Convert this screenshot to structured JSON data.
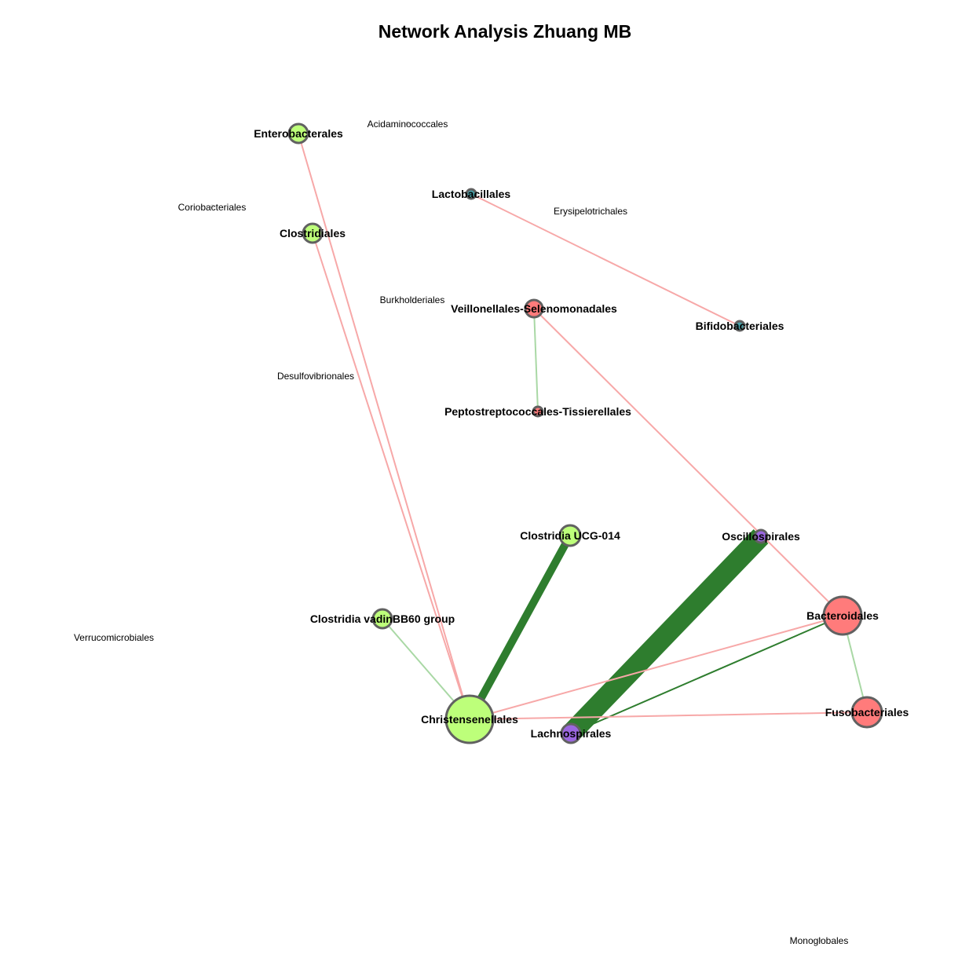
{
  "title": "Network Analysis Zhuang MB",
  "colors": {
    "positive_strong": "#2e7d2e",
    "positive_weak": "#a9d8a5",
    "negative": "#f7a8a8",
    "node_border": "#616161",
    "group_green": "#bdff7a",
    "group_red": "#ff7b7b",
    "group_purple": "#9b67e0",
    "group_teal": "#4aa0a8"
  },
  "nodes": [
    {
      "id": "enterobacterales",
      "label": "Enterobacterales",
      "size": 12,
      "color": "group_green",
      "bold": true
    },
    {
      "id": "acidaminococcales",
      "label": "Acidaminococcales",
      "size": 2,
      "color": "none",
      "bold": false
    },
    {
      "id": "lactobacillales",
      "label": "Lactobacillales",
      "size": 6,
      "color": "group_teal",
      "bold": true
    },
    {
      "id": "coriobacteriales",
      "label": "Coriobacteriales",
      "size": 2,
      "color": "none",
      "bold": false
    },
    {
      "id": "erysipelotrichales",
      "label": "Erysipelotrichales",
      "size": 2,
      "color": "none",
      "bold": false
    },
    {
      "id": "clostridiales",
      "label": "Clostridiales",
      "size": 12,
      "color": "group_green",
      "bold": true
    },
    {
      "id": "burkholderiales",
      "label": "Burkholderiales",
      "size": 2,
      "color": "none",
      "bold": false
    },
    {
      "id": "veillonellales",
      "label": "Veillonellales-Selenomonadales",
      "size": 11,
      "color": "group_red",
      "bold": true
    },
    {
      "id": "bifidobacteriales",
      "label": "Bifidobacteriales",
      "size": 6,
      "color": "group_teal",
      "bold": true
    },
    {
      "id": "desulfovibrionales",
      "label": "Desulfovibrionales",
      "size": 2,
      "color": "none",
      "bold": false
    },
    {
      "id": "peptostreptococcales",
      "label": "Peptostreptococcales-Tissierellales",
      "size": 6,
      "color": "group_red",
      "bold": true
    },
    {
      "id": "clostridia_ucg014",
      "label": "Clostridia UCG-014",
      "size": 13,
      "color": "group_green",
      "bold": true
    },
    {
      "id": "oscillospirales",
      "label": "Oscillospirales",
      "size": 8,
      "color": "group_purple",
      "bold": true
    },
    {
      "id": "clostridia_vadin",
      "label": "Clostridia vadinBB60 group",
      "size": 12,
      "color": "group_green",
      "bold": true
    },
    {
      "id": "bacteroidales",
      "label": "Bacteroidales",
      "size": 24,
      "color": "group_red",
      "bold": true
    },
    {
      "id": "verrucomicrobiales",
      "label": "Verrucomicrobiales",
      "size": 2,
      "color": "none",
      "bold": false
    },
    {
      "id": "christensenellales",
      "label": "Christensenellales",
      "size": 30,
      "color": "group_green",
      "bold": true
    },
    {
      "id": "fusobacteriales",
      "label": "Fusobacteriales",
      "size": 19,
      "color": "group_red",
      "bold": true
    },
    {
      "id": "lachnospirales",
      "label": "Lachnospirales",
      "size": 12,
      "color": "group_purple",
      "bold": true
    },
    {
      "id": "monoglobales",
      "label": "Monoglobales",
      "size": 2,
      "color": "none",
      "bold": false
    }
  ],
  "edges": [
    {
      "source": "enterobacterales",
      "target": "christensenellales",
      "sign": "negative",
      "weight": 2
    },
    {
      "source": "clostridiales",
      "target": "christensenellales",
      "sign": "negative",
      "weight": 2
    },
    {
      "source": "lactobacillales",
      "target": "bifidobacteriales",
      "sign": "negative",
      "weight": 2
    },
    {
      "source": "veillonellales",
      "target": "peptostreptococcales",
      "sign": "positive_weak",
      "weight": 2
    },
    {
      "source": "veillonellales",
      "target": "bacteroidales",
      "sign": "negative",
      "weight": 2
    },
    {
      "source": "clostridia_ucg014",
      "target": "christensenellales",
      "sign": "positive_strong",
      "weight": 10
    },
    {
      "source": "oscillospirales",
      "target": "lachnospirales",
      "sign": "positive_strong",
      "weight": 26
    },
    {
      "source": "clostridia_vadin",
      "target": "christensenellales",
      "sign": "positive_weak",
      "weight": 2
    },
    {
      "source": "bacteroidales",
      "target": "christensenellales",
      "sign": "negative",
      "weight": 2
    },
    {
      "source": "bacteroidales",
      "target": "lachnospirales",
      "sign": "positive_strong",
      "weight": 2
    },
    {
      "source": "bacteroidales",
      "target": "fusobacteriales",
      "sign": "positive_weak",
      "weight": 2
    },
    {
      "source": "christensenellales",
      "target": "fusobacteriales",
      "sign": "negative",
      "weight": 2
    }
  ]
}
